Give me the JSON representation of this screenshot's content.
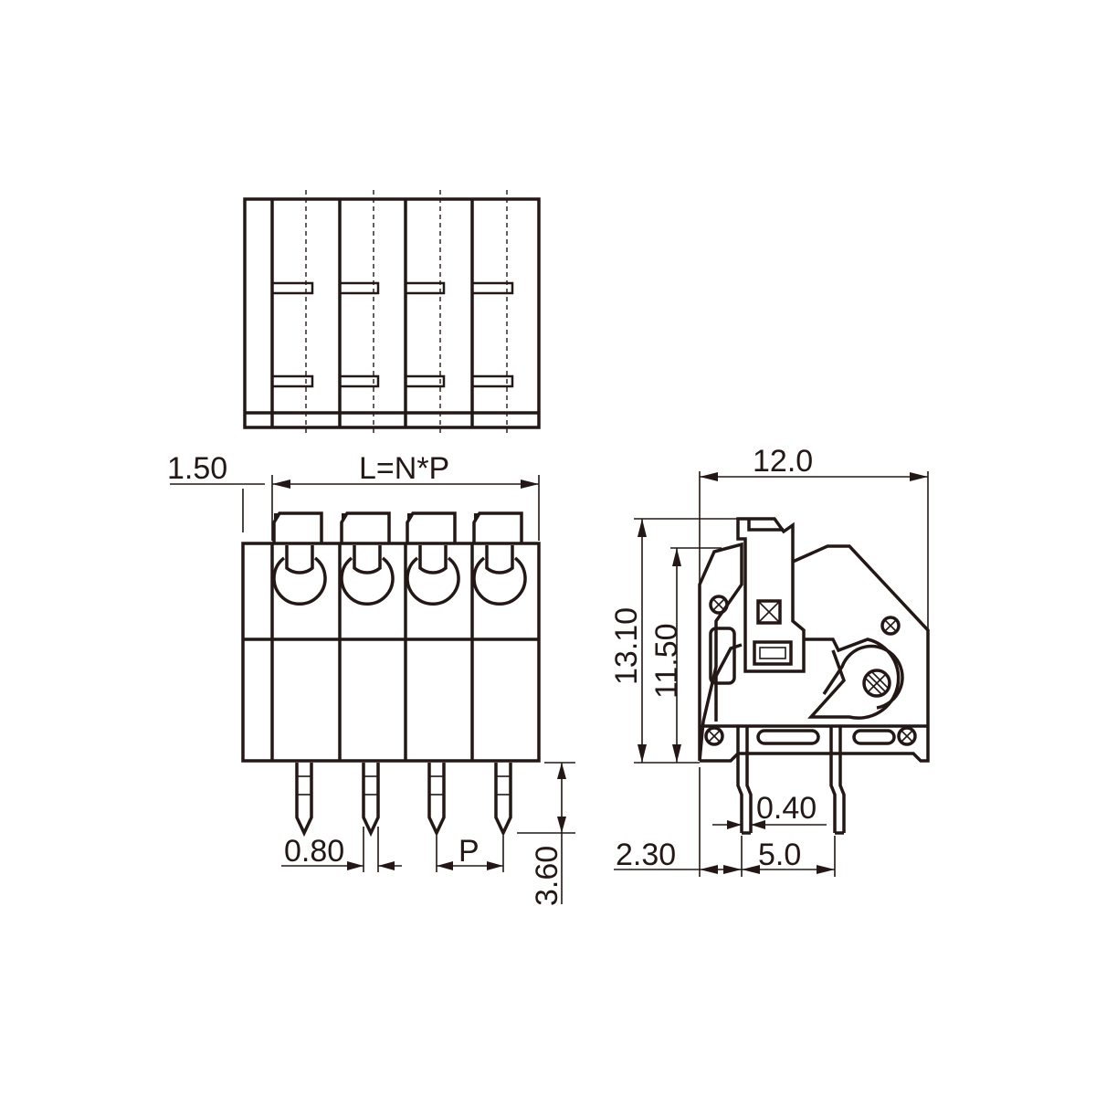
{
  "drawing": {
    "dimensions": {
      "side_offset": "1.50",
      "length_formula": "L=N*P",
      "pin_width": "0.80",
      "pitch": "P",
      "pin_length": "3.60",
      "overall_depth": "12.0",
      "overall_height": "13.10",
      "body_height": "11.50",
      "pin_thickness": "0.40",
      "front_offset": "2.30",
      "row_spacing": "5.0"
    },
    "poles_shown": 4
  }
}
